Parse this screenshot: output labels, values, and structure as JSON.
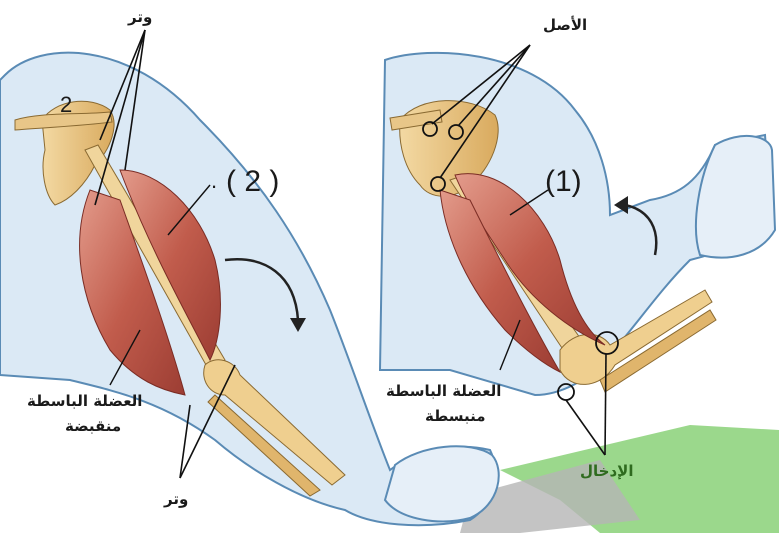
{
  "left_figure": {
    "tendon_top": "وتر",
    "number_tag": "2",
    "figure_number": "( 2 )",
    "stray_mark": ".",
    "contracted_muscle_line1": "العضلة الباسطة",
    "contracted_muscle_line2": "منقبضة",
    "tendon_bottom": "وتر"
  },
  "right_figure": {
    "origin": "الأصل",
    "figure_number": "(1)",
    "relaxed_muscle_line1": "العضلة الباسطة",
    "relaxed_muscle_line2": "منبسطة",
    "insertion": "الإدخال"
  },
  "colors": {
    "skin_outline": "#5a8bb5",
    "skin_fill": "#dbe9f5",
    "bone": "#e8c688",
    "muscle": "#c9675a",
    "banner": "#7fcf6a"
  }
}
